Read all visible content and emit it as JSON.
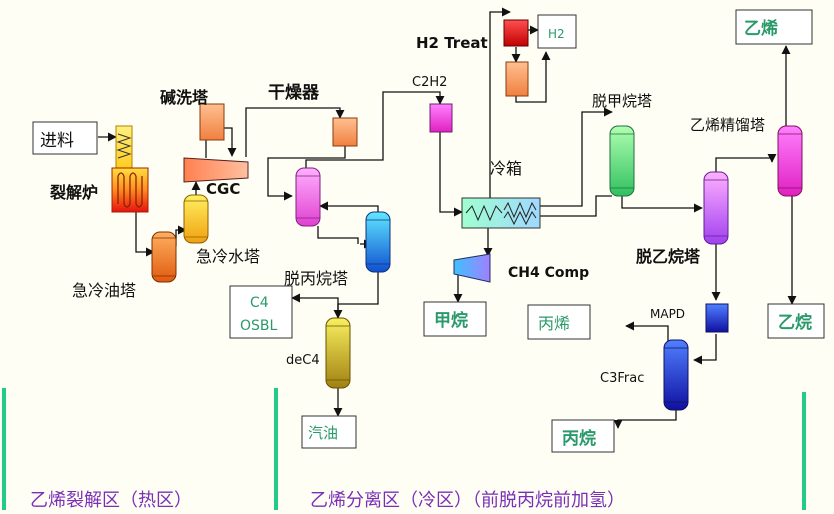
{
  "labels": {
    "feed": "进料",
    "cracking_furnace": "裂解炉",
    "quench_oil_tower": "急冷油塔",
    "quench_water_tower": "急冷水塔",
    "caustic_tower": "碱洗塔",
    "cgc": "CGC",
    "dryer": "干燥器",
    "c2h2": "C2H2",
    "h2_treat": "H2 Treat",
    "h2": "H2",
    "demethanizer": "脱甲烷塔",
    "cold_box": "冷箱",
    "ethylene_fractionator": "乙烯精馏塔",
    "ethylene": "乙烯",
    "deethanizer": "脱乙烷塔",
    "depropanizer": "脱丙烷塔",
    "c4_osbl_line1": "C4",
    "c4_osbl_line2": "OSBL",
    "dec4": "deC4",
    "gasoline": "汽油",
    "ch4_comp": "CH4 Comp",
    "methane": "甲烷",
    "propylene": "丙烯",
    "mapd": "MAPD",
    "c3frac": "C3Frac",
    "propane": "丙烷",
    "ethane": "乙烷"
  },
  "zones": {
    "hot": "乙烯裂解区（热区）",
    "cold": "乙烯分离区（冷区）（前脱丙烷前加氢）"
  },
  "colors": {
    "zone_divider": "#22cc88",
    "zone_text": "#7a2fb8",
    "product_text": "#2a9a6a",
    "line": "#111111"
  }
}
